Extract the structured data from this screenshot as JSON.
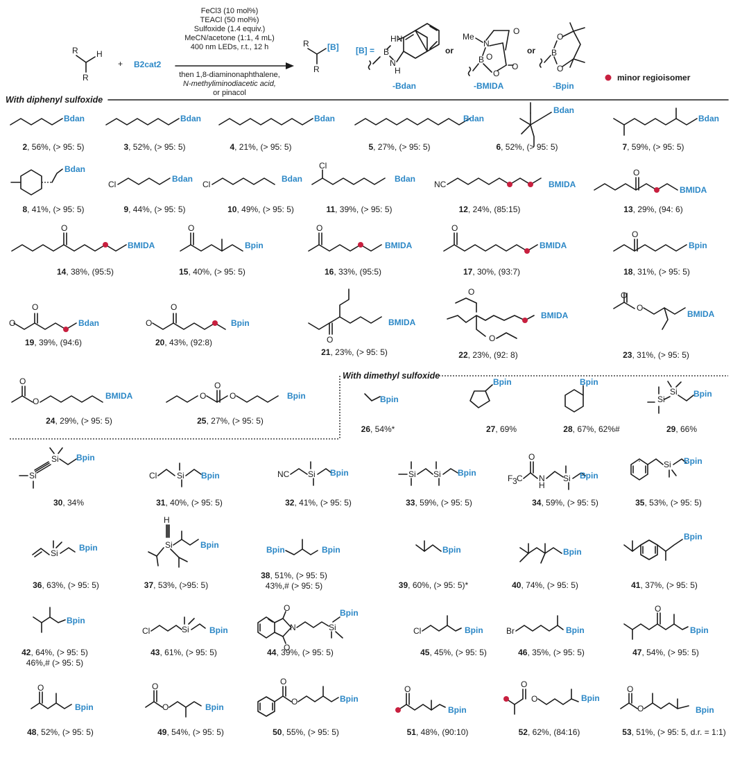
{
  "scheme": {
    "reagent": "B2cat2",
    "conditions": [
      "FeCl3 (10 mol%)",
      "TEACl (50 mol%)",
      "Sulfoxide (1.4 equiv.)",
      "MeCN/acetone (1:1, 4 mL)",
      "400 nm LEDs, r.t., 12 h"
    ],
    "after_arrow": [
      "then 1,8-diaminonaphthalene,",
      "N-methyliminodiacetic acid,",
      "or pinacol"
    ],
    "product_label": "[B]",
    "equals_label": "[B] =",
    "or_label": "or",
    "boron_groups": [
      "-Bdan",
      "-BMIDA",
      "-Bpin"
    ],
    "legend": "minor regioisomer"
  },
  "sections": {
    "diphenyl": "With diphenyl sulfoxide",
    "dimethyl": "With dimethyl sulfoxide"
  },
  "compounds": [
    {
      "id": "2",
      "yield": "56%, (> 95: 5)"
    },
    {
      "id": "3",
      "yield": "52%, (> 95: 5)"
    },
    {
      "id": "4",
      "yield": "21%, (> 95: 5)"
    },
    {
      "id": "5",
      "yield": "27%, (> 95: 5)"
    },
    {
      "id": "6",
      "yield": "52%, (> 95: 5)"
    },
    {
      "id": "7",
      "yield": "59%, (> 95: 5)"
    },
    {
      "id": "8",
      "yield": "41%, (> 95: 5)"
    },
    {
      "id": "9",
      "yield": "44%, (> 95: 5)"
    },
    {
      "id": "10",
      "yield": "49%, (> 95: 5)"
    },
    {
      "id": "11",
      "yield": "39%, (> 95: 5)"
    },
    {
      "id": "12",
      "yield": "24%, (85:15)"
    },
    {
      "id": "13",
      "yield": "29%, (94: 6)"
    },
    {
      "id": "14",
      "yield": "38%, (95:5)"
    },
    {
      "id": "15",
      "yield": "40%, (> 95: 5)"
    },
    {
      "id": "16",
      "yield": "33%, (95:5)"
    },
    {
      "id": "17",
      "yield": "30%, (93:7)"
    },
    {
      "id": "18",
      "yield": "31%, (> 95: 5)"
    },
    {
      "id": "19",
      "yield": "39%, (94:6)"
    },
    {
      "id": "20",
      "yield": "43%, (92:8)"
    },
    {
      "id": "21",
      "yield": "23%, (> 95: 5)"
    },
    {
      "id": "22",
      "yield": "23%, (92: 8)"
    },
    {
      "id": "23",
      "yield": "31%, (> 95: 5)"
    },
    {
      "id": "24",
      "yield": "29%, (> 95: 5)"
    },
    {
      "id": "25",
      "yield": "27%, (> 95: 5)"
    },
    {
      "id": "26",
      "yield": "54%*"
    },
    {
      "id": "27",
      "yield": "69%"
    },
    {
      "id": "28",
      "yield": "67%, 62%#"
    },
    {
      "id": "29",
      "yield": "66%"
    },
    {
      "id": "30",
      "yield": "34%"
    },
    {
      "id": "31",
      "yield": "40%, (> 95: 5)"
    },
    {
      "id": "32",
      "yield": "41%, (> 95: 5)"
    },
    {
      "id": "33",
      "yield": "59%, (> 95: 5)"
    },
    {
      "id": "34",
      "yield": "59%, (> 95: 5)"
    },
    {
      "id": "35",
      "yield": "53%, (> 95: 5)"
    },
    {
      "id": "36",
      "yield": "63%, (> 95: 5)"
    },
    {
      "id": "37",
      "yield": "53%, (>95: 5)"
    },
    {
      "id": "38",
      "yield": "51%, (> 95: 5)",
      "yield2": "43%,# (> 95: 5)"
    },
    {
      "id": "39",
      "yield": "60%, (> 95: 5)*"
    },
    {
      "id": "40",
      "yield": "74%, (> 95: 5)"
    },
    {
      "id": "41",
      "yield": "37%, (> 95: 5)"
    },
    {
      "id": "42",
      "yield": "64%, (> 95: 5)",
      "yield2": "46%,# (> 95: 5)"
    },
    {
      "id": "43",
      "yield": "61%, (> 95: 5)"
    },
    {
      "id": "44",
      "yield": "39%, (> 95: 5)"
    },
    {
      "id": "45",
      "yield": "45%, (> 95: 5)"
    },
    {
      "id": "46",
      "yield": "35%, (> 95: 5)"
    },
    {
      "id": "47",
      "yield": "54%, (> 95: 5)"
    },
    {
      "id": "48",
      "yield": "52%, (> 95: 5)"
    },
    {
      "id": "49",
      "yield": "54%, (> 95: 5)"
    },
    {
      "id": "50",
      "yield": "55%, (> 95: 5)"
    },
    {
      "id": "51",
      "yield": "48%, (90:10)"
    },
    {
      "id": "52",
      "yield": "62%, (84:16)"
    },
    {
      "id": "53",
      "yield": "51%, (> 95: 5, d.r. = 1:1)"
    }
  ]
}
